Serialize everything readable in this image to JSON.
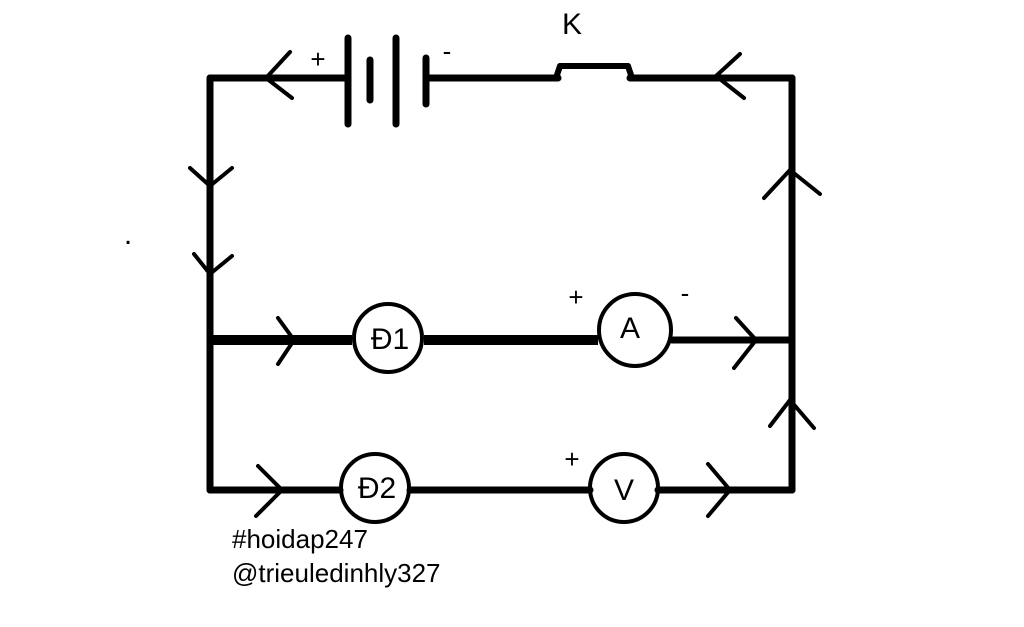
{
  "diagram": {
    "switch_label": "K",
    "battery": {
      "plus": "+",
      "minus": "-"
    },
    "lamp1": "Đ1",
    "lamp2": "Đ2",
    "ammeter": {
      "label": "A",
      "plus": "+",
      "minus": "-"
    },
    "voltmeter": {
      "label": "V",
      "plus": "+"
    },
    "dot": "."
  },
  "credits": {
    "hashtag": "#hoidap247",
    "author": "@trieuledinhly327"
  },
  "colors": {
    "wire": "#000000",
    "background": "#ffffff"
  }
}
